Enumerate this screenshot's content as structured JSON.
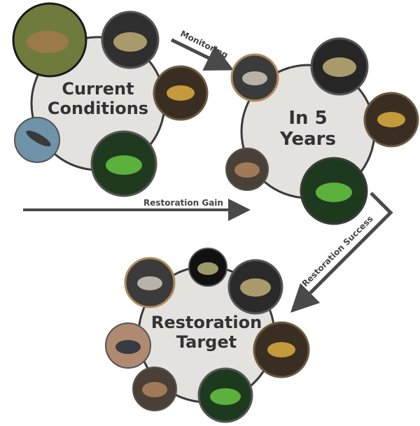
{
  "hubs": {
    "current": {
      "line1": "Current",
      "line2": "Conditions"
    },
    "five_years": {
      "line1": "In 5",
      "line2": "Years"
    },
    "target": {
      "line1": "Restoration",
      "line2": "Target"
    }
  },
  "arrows": {
    "monitoring": "Monitoring",
    "gain": "Restoration Gain",
    "success": "Restoration Success"
  },
  "colors": {
    "hub_fill": "#e4e2de",
    "hub_stroke": "#3a3a3a",
    "arrow": "#4a4a4a",
    "photo_ring": "#b08a5a"
  },
  "species_icons": [
    "leopard-frog-icon",
    "bullfrog-icon",
    "yellow-legged-frog-icon",
    "green-treefrog-icon",
    "salamander-icon",
    "treefrog-gray-icon",
    "toad-icon",
    "spadefoot-icon",
    "dark-toad-icon"
  ]
}
